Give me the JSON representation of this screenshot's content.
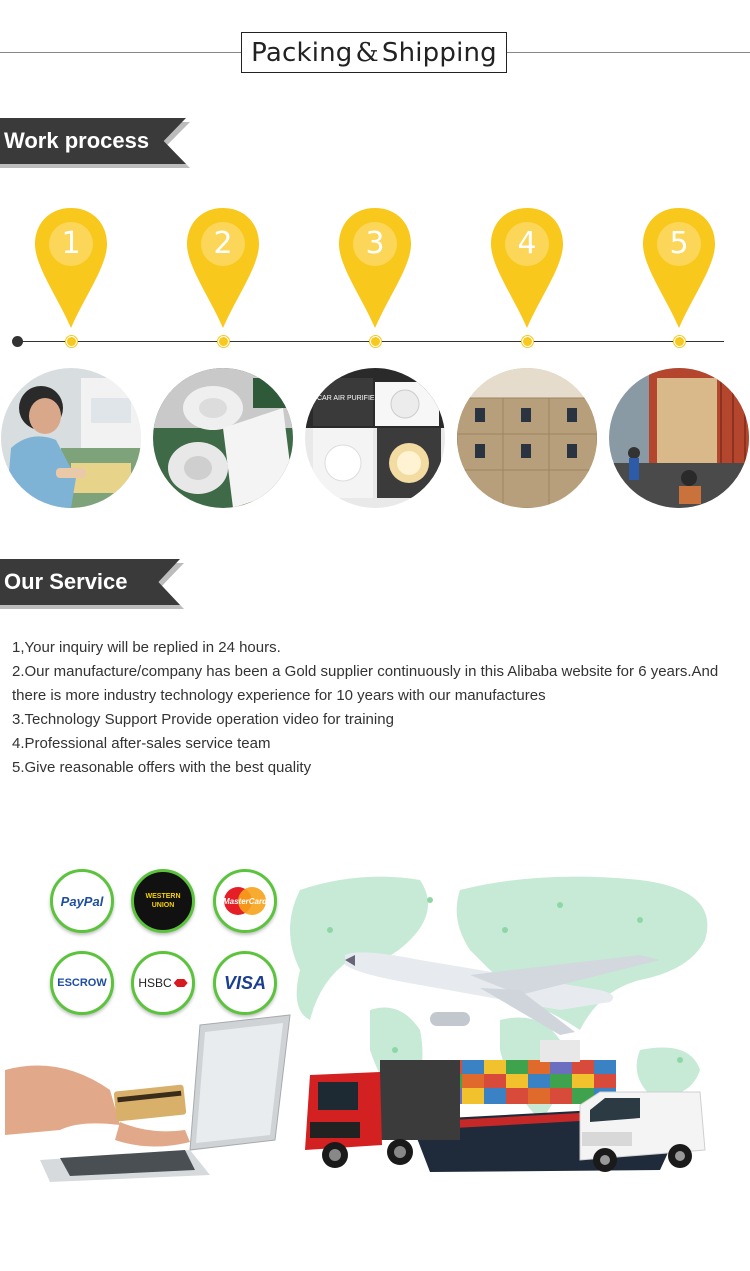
{
  "header": {
    "title_left": "Packing",
    "title_amp": "&",
    "title_right": "Shipping"
  },
  "work_process": {
    "banner": "Work process",
    "steps": [
      {
        "num": "1"
      },
      {
        "num": "2"
      },
      {
        "num": "3"
      },
      {
        "num": "4"
      },
      {
        "num": "5"
      }
    ],
    "pin_color": "#f8c81c",
    "product_label": "CAR AIR PURIFIER"
  },
  "our_service": {
    "banner": "Our Service",
    "items": [
      "1,Your inquiry will be replied in 24 hours.",
      "2.Our manufacture/company has been a Gold supplier continuously in this Alibaba website for 6 years.And there is more industry technology experience for 10 years with our manufactures",
      "3.Technology Support Provide operation video for training",
      "4.Professional after-sales service team",
      "5.Give reasonable offers with the best quality"
    ]
  },
  "payments": {
    "paypal": "PayPal",
    "western_union_1": "WESTERN",
    "western_union_2": "UNION",
    "mastercard": "MasterCard",
    "escrow": "ESCROW",
    "hsbc": "HSBC",
    "visa": "VISA"
  },
  "colors": {
    "banner_bg": "#3a3a3a",
    "accent_yellow": "#f8c81c",
    "badge_ring": "#5cc33c",
    "map_green": "#c6ead5"
  }
}
